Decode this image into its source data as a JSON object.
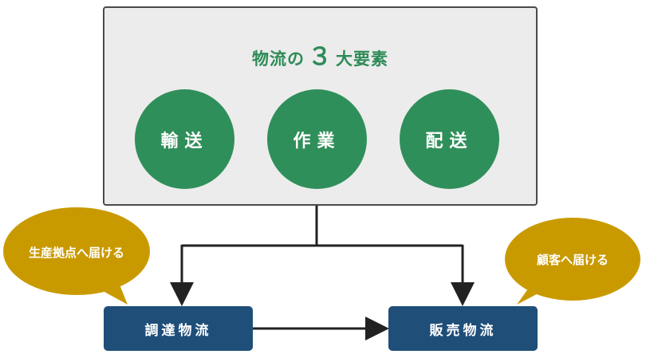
{
  "panel": {
    "title_prefix": "物流の",
    "title_number": "３",
    "title_suffix": "大要素",
    "elements": [
      "輸送",
      "作業",
      "配送"
    ]
  },
  "flow": {
    "left_box": "調達物流",
    "right_box": "販売物流"
  },
  "bubbles": {
    "left": "生産拠点へ届ける",
    "right": "顧客へ届ける"
  },
  "colors": {
    "green_text": "#2e8b57",
    "green_circle": "#2f8f5a",
    "navy_box": "#1f4e79",
    "bubble_gold": "#c99a00",
    "panel_bg": "#ececec",
    "line": "#222222"
  }
}
